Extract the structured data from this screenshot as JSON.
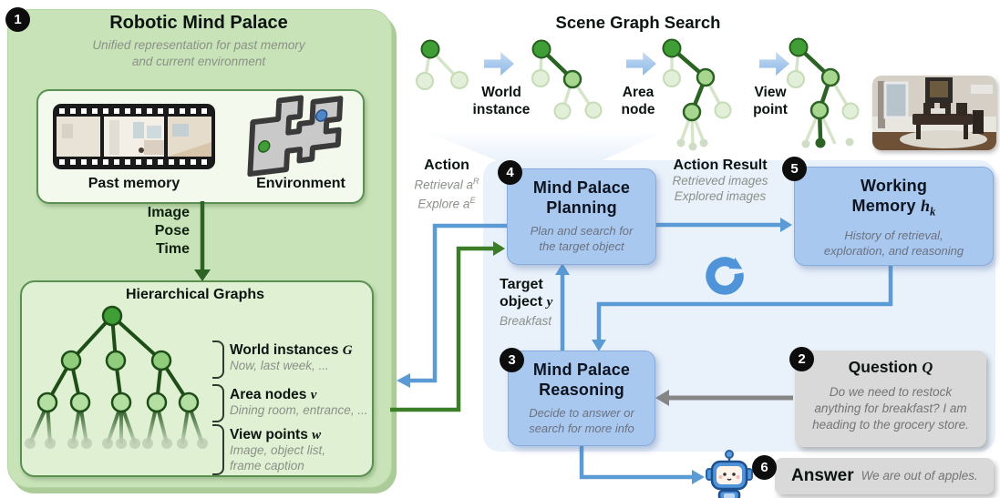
{
  "badges": {
    "b1": "1",
    "b2": "2",
    "b3": "3",
    "b4": "4",
    "b5": "5",
    "b6": "6"
  },
  "mind_palace": {
    "title": "Robotic Mind Palace",
    "subtitle_line1": "Unified representation for past memory",
    "subtitle_line2": "and current environment",
    "past_memory_label": "Past memory",
    "environment_label": "Environment",
    "flow_labels": [
      "Image",
      "Pose",
      "Time"
    ],
    "hierarchical": {
      "title": "Hierarchical Graphs",
      "levels": [
        {
          "label": "World instances",
          "symbol": "G",
          "desc": "Now, last week, ..."
        },
        {
          "label": "Area nodes",
          "symbol": "v",
          "desc": "Dining room, entrance, ..."
        },
        {
          "label": "View points",
          "symbol": "w",
          "desc": "Image, object list,",
          "desc2": "frame caption"
        }
      ]
    }
  },
  "scene_graph_search": {
    "title": "Scene Graph Search",
    "steps": [
      {
        "line1": "World",
        "line2": "instance"
      },
      {
        "line1": "Area",
        "line2": "node"
      },
      {
        "line1": "View",
        "line2": "point"
      }
    ]
  },
  "action": {
    "label": "Action",
    "line1": "Retrieval a",
    "line1_sup": "R",
    "line2": "Explore a",
    "line2_sup": "E"
  },
  "action_result": {
    "label": "Action Result",
    "line1": "Retrieved images",
    "line2": "Explored images"
  },
  "planning": {
    "title_line1": "Mind Palace",
    "title_line2": "Planning",
    "subtitle_line1": "Plan and search for",
    "subtitle_line2": "the target object"
  },
  "working_memory": {
    "title_line1": "Working",
    "title_line2": "Memory",
    "symbol": "h",
    "symbol_sub": "k",
    "subtitle_line1": "History of retrieval,",
    "subtitle_line2": "exploration, and reasoning"
  },
  "reasoning": {
    "title_line1": "Mind Palace",
    "title_line2": "Reasoning",
    "subtitle_line1": "Decide to answer or",
    "subtitle_line2": "search for more info"
  },
  "target_object": {
    "label_line1": "Target",
    "label_line2": "object",
    "symbol": "y",
    "value": "Breakfast"
  },
  "question": {
    "title": "Question",
    "symbol": "Q",
    "text_line1": "Do we need to restock",
    "text_line2": "anything for breakfast? I am",
    "text_line3": "heading to the grocery store."
  },
  "answer": {
    "title": "Answer",
    "text": "We are out of apples."
  }
}
